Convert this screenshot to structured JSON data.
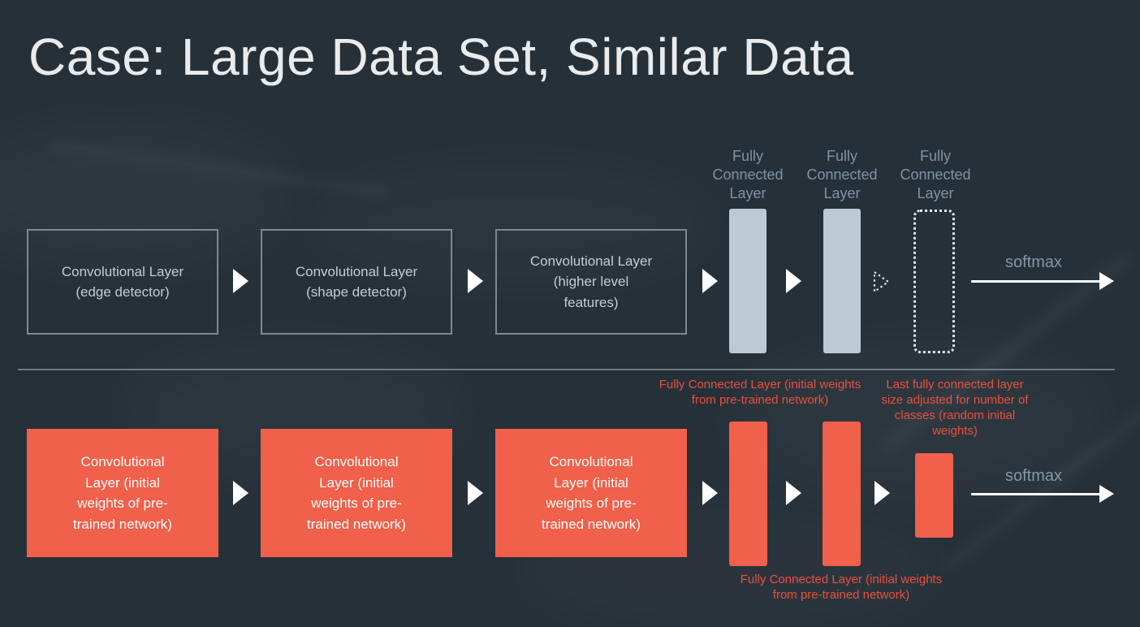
{
  "slide": {
    "title": "Case: Large Data Set, Similar Data"
  },
  "colors": {
    "background": "#263039",
    "accent_orange": "#F0604B",
    "fc_bar_light": "#BDC9D3",
    "annotation_red": "#E9503C",
    "slate_label": "#7E93A4",
    "box_border_gray": "#7F878F",
    "box_text_gray": "#C5CCD2",
    "arrow_white": "#FFFFFF",
    "title_color": "#E9EBEC",
    "divider_gray": "#6E7882"
  },
  "top_row": {
    "conv_boxes": [
      {
        "label": "Convolutional Layer (edge detector)"
      },
      {
        "label": "Convolutional Layer (shape detector)"
      },
      {
        "label": "Convolutional Layer (higher level features)"
      }
    ],
    "fc_labels": [
      "Fully Connected Layer",
      "Fully Connected Layer",
      "Fully Connected Layer"
    ],
    "softmax_label": "softmax"
  },
  "bottom_row": {
    "conv_boxes": [
      {
        "label": "Convolutional Layer (initial weights of pre-trained network)"
      },
      {
        "label": "Convolutional Layer (initial weights of pre-trained network)"
      },
      {
        "label": "Convolutional Layer (initial weights of pre-trained network)"
      }
    ],
    "annotations": {
      "fc_top": "Fully Connected Layer (initial weights from pre-trained network)",
      "last_fc": "Last fully connected layer size adjusted for number of classes (random initial weights)",
      "fc_bottom": "Fully Connected Layer (initial weights from pre-trained network)"
    },
    "softmax_label": "softmax"
  }
}
